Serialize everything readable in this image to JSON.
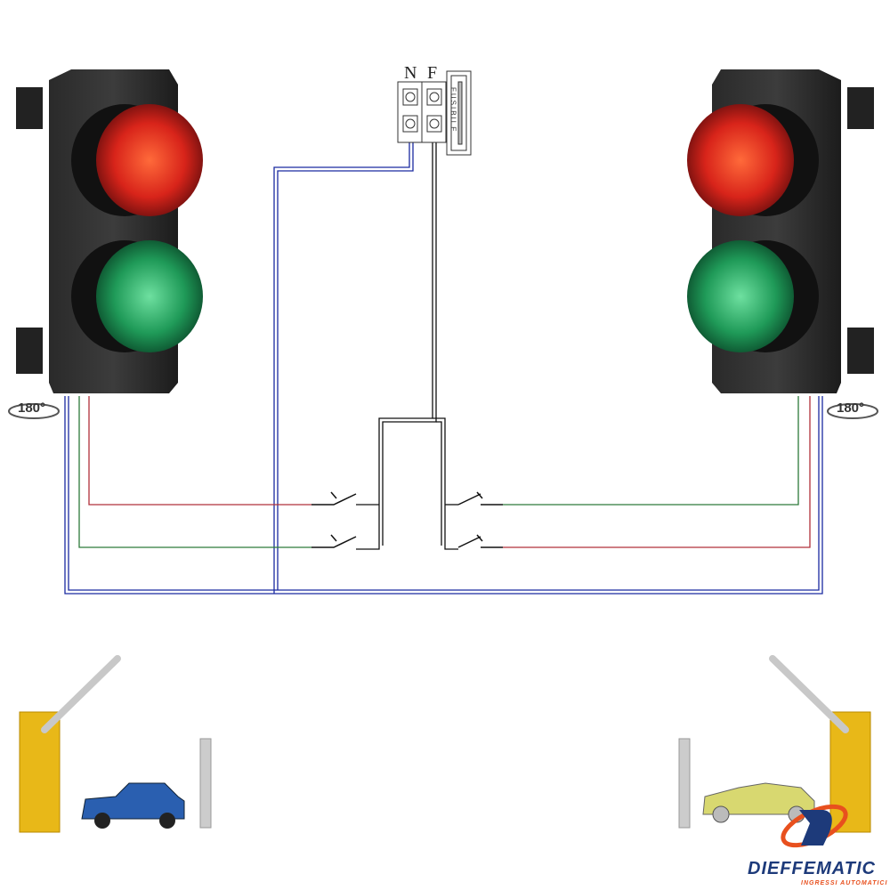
{
  "terminal_block": {
    "neutral_label": "N",
    "phase_label": "F",
    "fuse_label": "FUSIBILE"
  },
  "rotation_left": "180°",
  "rotation_right": "180°",
  "logo": {
    "name": "DIEFFEMATIC",
    "tagline": "INGRESSI AUTOMATICI"
  },
  "colors": {
    "neutral_wire": "#1a2aa0",
    "phase_wire": "#111111",
    "red_wire": "#b0303a",
    "green_wire": "#2d7a3a",
    "red_lamp": "#e0301e",
    "green_lamp": "#1fa060",
    "barrier": "#e8b818"
  }
}
